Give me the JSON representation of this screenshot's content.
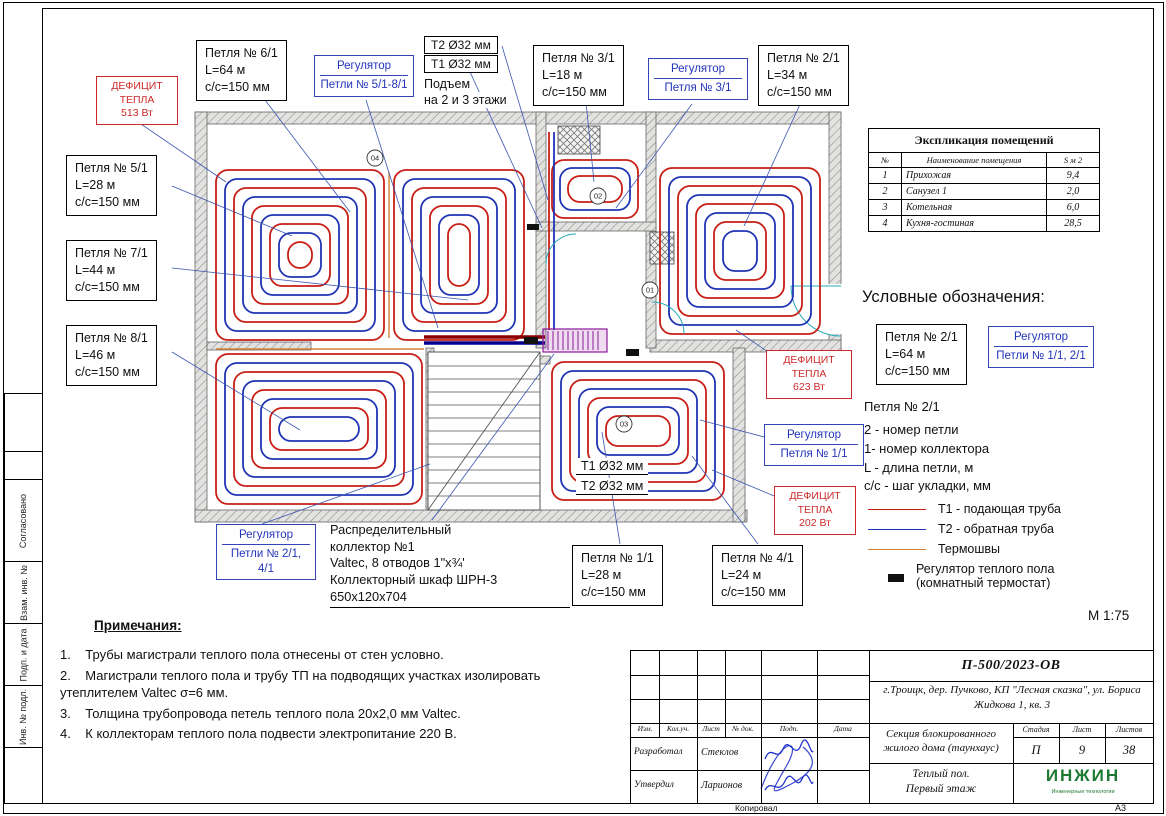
{
  "colors": {
    "t1": "#c81e14",
    "t2": "#1f35b4",
    "joint": "#d4813b",
    "regulator_blue": "#3344bb",
    "deficit_red": "#cc2a2a",
    "logo_green": "#1e7a33"
  },
  "plan": {
    "markers": [
      "04",
      "02",
      "01",
      "03"
    ]
  },
  "loops": {
    "l61": {
      "name": "Петля № 6/1",
      "length": "L=64 м",
      "step": "с/с=150 мм"
    },
    "l31": {
      "name": "Петля № 3/1",
      "length": "L=18 м",
      "step": "с/с=150 мм"
    },
    "l21": {
      "name": "Петля № 2/1",
      "length": "L=34 м",
      "step": "с/с=150 мм"
    },
    "l51": {
      "name": "Петля № 5/1",
      "length": "L=28 м",
      "step": "с/с=150 мм"
    },
    "l71": {
      "name": "Петля № 7/1",
      "length": "L=44 м",
      "step": "с/с=150 мм"
    },
    "l81": {
      "name": "Петля № 8/1",
      "length": "L=46 м",
      "step": "с/с=150 мм"
    },
    "l11": {
      "name": "Петля № 1/1",
      "length": "L=28 м",
      "step": "с/с=150 мм"
    },
    "l41": {
      "name": "Петля № 4/1",
      "length": "L=24 м",
      "step": "с/с=150 мм"
    }
  },
  "regulators": {
    "r58": {
      "title": "Регулятор",
      "loops": "Петли № 5/1-8/1"
    },
    "r3": {
      "title": "Регулятор",
      "loops": "Петля № 3/1"
    },
    "r1": {
      "title": "Регулятор",
      "loops": "Петля № 1/1"
    },
    "r24": {
      "title": "Регулятор",
      "loops": "Петли № 2/1, 4/1"
    }
  },
  "deficits": {
    "d513": {
      "line1": "ДЕФИЦИТ",
      "line2": "ТЕПЛА",
      "line3": "513 Вт"
    },
    "d623": {
      "line1": "ДЕФИЦИТ",
      "line2": "ТЕПЛА",
      "line3": "623 Вт"
    },
    "d202": {
      "line1": "ДЕФИЦИТ",
      "line2": "ТЕПЛА",
      "line3": "202 Вт"
    }
  },
  "risers": {
    "t2_top": "Т2 Ø32 мм",
    "t1_top": "Т1 Ø32 мм",
    "rise1": "Подъем",
    "rise2": "на 2 и 3 этажи",
    "t1_mid": "Т1 Ø32 мм",
    "t2_mid": "Т2 Ø32 мм"
  },
  "collector": {
    "line1": "Распределительный",
    "line2": "коллектор №1",
    "line3": "Valtec, 8 отводов 1\"х¾'",
    "line4": "Коллекторный шкаф ШРН-3",
    "line5": "650х120х704"
  },
  "room_table": {
    "title": "Экспликация помещений",
    "col_num": "№",
    "col_name": "Наименование помещения",
    "col_area": "S м 2",
    "rows": [
      {
        "num": "1",
        "name": "Прихожая",
        "area": "9,4"
      },
      {
        "num": "2",
        "name": "Санузел 1",
        "area": "2,0"
      },
      {
        "num": "3",
        "name": "Котельная",
        "area": "6,0"
      },
      {
        "num": "4",
        "name": "Кухня-гостиная",
        "area": "28,5"
      }
    ]
  },
  "legend": {
    "title": "Условные обозначения:",
    "sample": {
      "name": "Петля № 2/1",
      "length": "L=64 м",
      "step": "с/с=150 мм"
    },
    "sample_reg": {
      "title": "Регулятор",
      "loops": "Петли № 1/1, 2/1"
    },
    "expl_title": "Петля № 2/1",
    "expl1": "2 - номер петли",
    "expl2": "1- номер коллектора",
    "expl3": "L - длина петли, м",
    "expl4": "с/с - шаг укладки, мм",
    "t1": "Т1 - подающая труба",
    "t2": "Т2 - обратная труба",
    "joints": "Термошвы",
    "thermo1": "Регулятор теплого пола",
    "thermo2": "(комнатный термостат)",
    "scale": "М 1:75"
  },
  "notes": {
    "title": "Примечания:",
    "items": [
      "1.    Трубы магистрали теплого пола отнесены от стен условно.",
      "2.    Магистрали теплого пола и трубу ТП на подводящих участках изолировать утеплителем Valtec σ=6 мм.",
      "3.    Толщина трубопровода петель теплого пола 20х2,0 мм Valtec.",
      "4.    К коллекторам теплого пола подвести электропитание 220 В."
    ]
  },
  "titleblock": {
    "doc": "П-500/2023-ОВ",
    "address": "г.Троицк, дер. Пучково, КП \"Лесная сказка\", ул. Бориса Жидкова 1, кв. 3",
    "object": "Секция блокированного жилого дома (таунхаус)",
    "sheet_name1": "Теплый пол.",
    "sheet_name2": "Первый этаж",
    "col_izm": "Изм.",
    "col_kol": "Кол.уч.",
    "col_list": "Лист",
    "col_doc": "№ док.",
    "col_sign": "Подп.",
    "col_date": "Дата",
    "stage_h": "Стадия",
    "list_h": "Лист",
    "listov_h": "Листов",
    "stage": "П",
    "list": "9",
    "listov": "38",
    "dev_label": "Разработал",
    "dev_name": "Стеклов",
    "appr_label": "Утвердил",
    "appr_name": "Ларионов",
    "logo": "ИНЖИН",
    "logo_sub": "Инженерные технологии",
    "copied": "Копировал",
    "format": "А3"
  },
  "side": {
    "agreed": "Согласовано",
    "vzam": "Взам. инв. №",
    "podp": "Подп. и дата",
    "inv": "Инв. № подл."
  }
}
